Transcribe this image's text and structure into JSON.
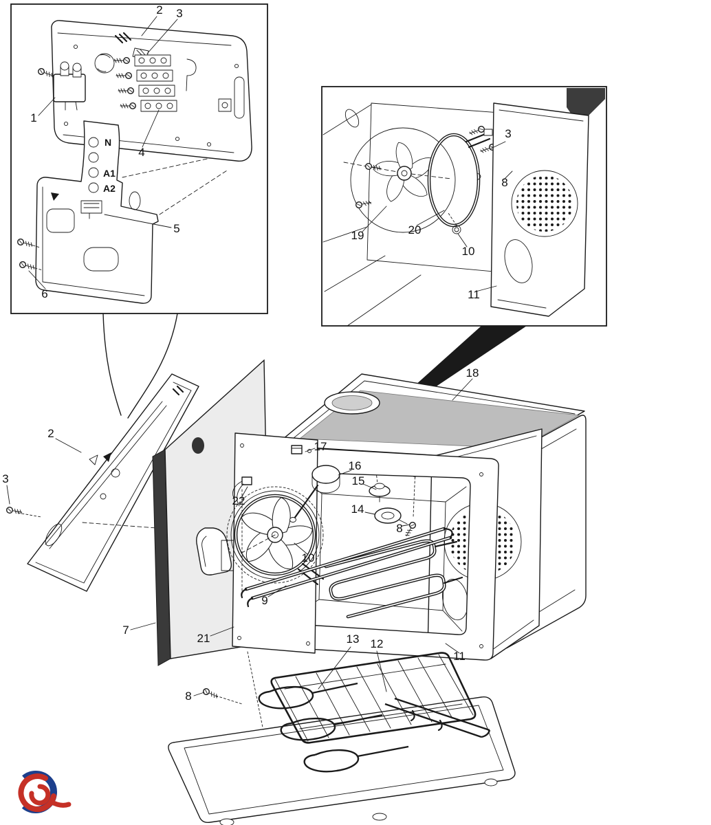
{
  "page": {
    "background": "#ffffff",
    "line_color": "#1a1a1a"
  },
  "terminal_labels": [
    {
      "text": "N"
    },
    {
      "text": "A1"
    },
    {
      "text": "A2"
    }
  ],
  "callouts": [
    {
      "label": "2"
    },
    {
      "label": "3"
    },
    {
      "label": "1"
    },
    {
      "label": "4"
    },
    {
      "label": "5"
    },
    {
      "label": "6"
    },
    {
      "label": "3"
    },
    {
      "label": "8"
    },
    {
      "label": "19"
    },
    {
      "label": "20"
    },
    {
      "label": "10"
    },
    {
      "label": "11"
    },
    {
      "label": "18"
    },
    {
      "label": "2"
    },
    {
      "label": "3"
    },
    {
      "label": "17"
    },
    {
      "label": "16"
    },
    {
      "label": "15"
    },
    {
      "label": "22"
    },
    {
      "label": "14"
    },
    {
      "label": "8"
    },
    {
      "label": "10"
    },
    {
      "label": "9"
    },
    {
      "label": "7"
    },
    {
      "label": "21"
    },
    {
      "label": "13"
    },
    {
      "label": "12"
    },
    {
      "label": "11"
    },
    {
      "label": "8"
    }
  ],
  "logo": {
    "ring_color": "#1c3f8c",
    "swirl_color": "#c53026"
  }
}
